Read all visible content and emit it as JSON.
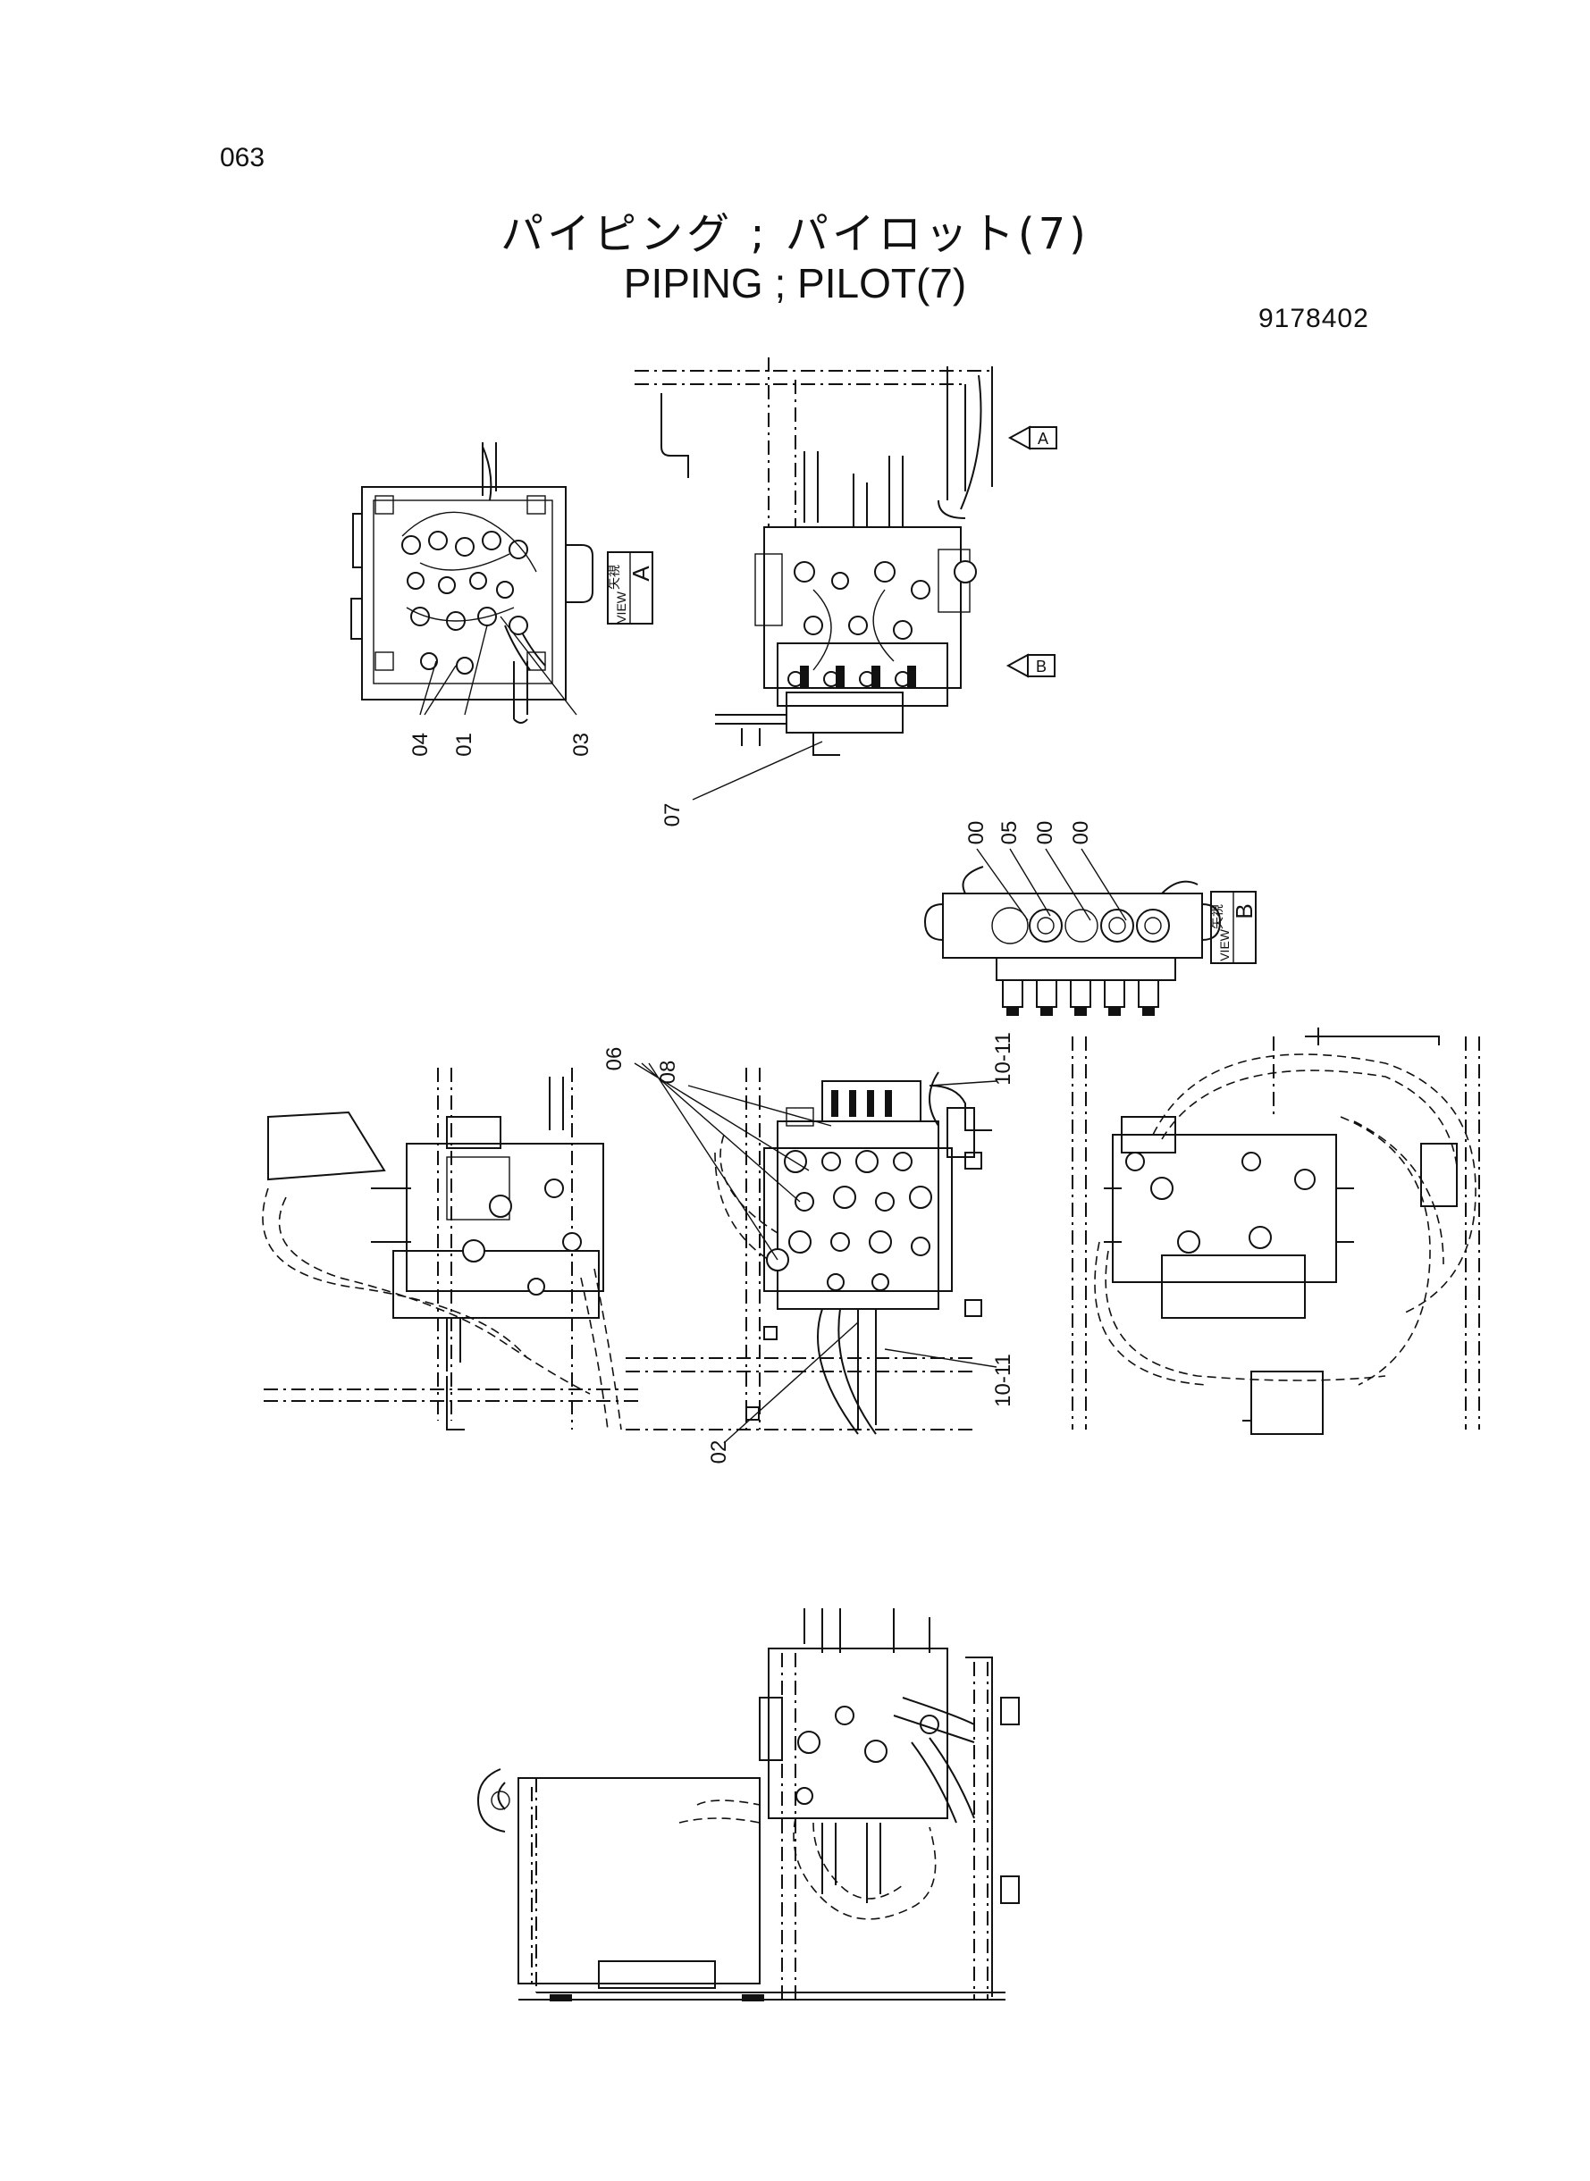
{
  "page_number": "063",
  "title_jp": "パイピング ; パイロット(7)",
  "title_en": "PIPING ; PILOT(7)",
  "drawing_number": "9178402",
  "view_labels": {
    "view_a_letter": "A",
    "view_b_letter": "B",
    "view_word": "VIEW",
    "view_jp": "矢視"
  },
  "part_callouts": [
    {
      "id": "04"
    },
    {
      "id": "01"
    },
    {
      "id": "03"
    },
    {
      "id": "07"
    },
    {
      "id": "00"
    },
    {
      "id": "05"
    },
    {
      "id": "00"
    },
    {
      "id": "00"
    },
    {
      "id": "06"
    },
    {
      "id": "08"
    },
    {
      "id": "10-11"
    },
    {
      "id": "10-11"
    },
    {
      "id": "02"
    }
  ],
  "arrow_markers": [
    "A",
    "B"
  ]
}
